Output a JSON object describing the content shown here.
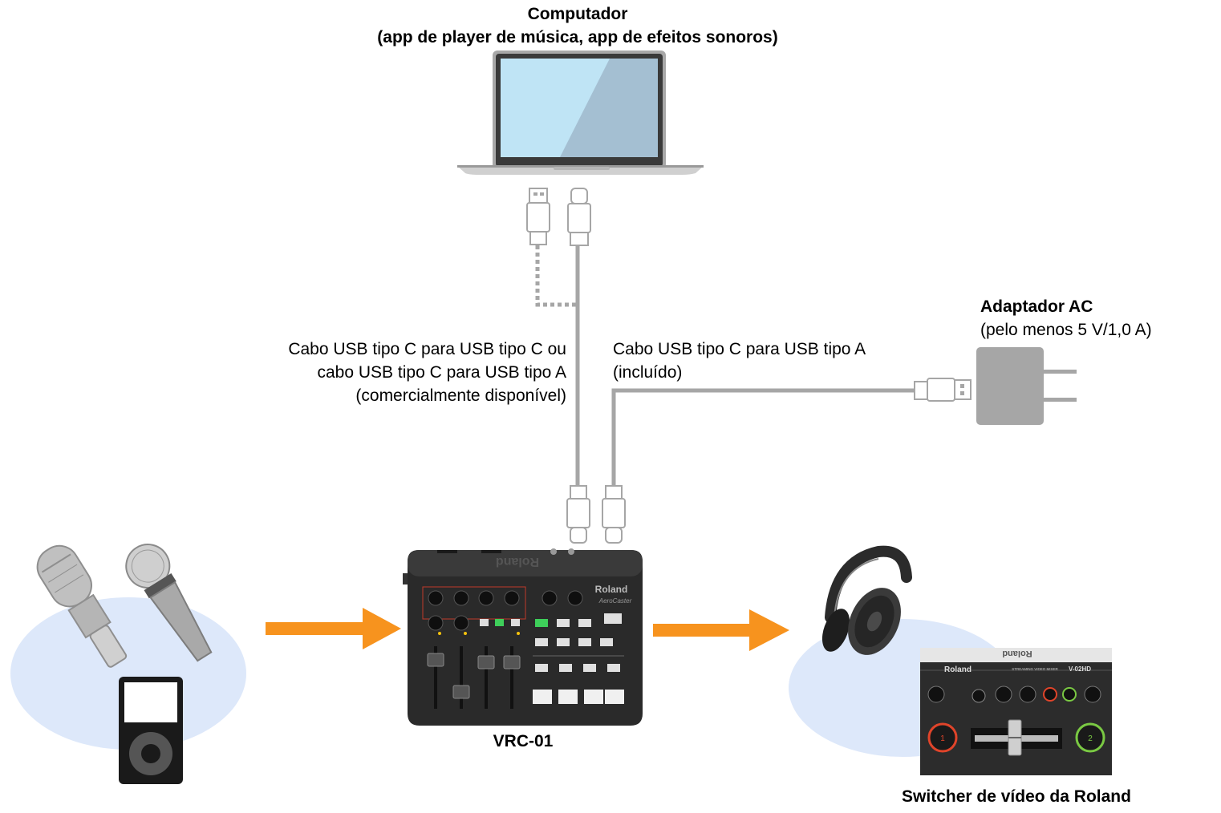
{
  "computer": {
    "title": "Computador",
    "subtitle": "(app de player de música, app de efeitos sonoros)"
  },
  "cable_left": {
    "line1": "Cabo USB tipo C para  USB tipo C ou",
    "line2": "cabo USB tipo C para USB tipo A",
    "line3": "(comercialmente disponível)"
  },
  "cable_right": {
    "line1": "Cabo USB tipo C para USB tipo A",
    "line2": "(incluído)"
  },
  "adapter": {
    "title": "Adaptador AC",
    "spec": "(pelo menos 5 V/1,0 A)"
  },
  "mixer": {
    "label": "VRC-01",
    "brand": "Roland",
    "model": "AeroCaster"
  },
  "switcher": {
    "label": "Switcher de vídeo da Roland",
    "brand": "Roland",
    "model": "V-02HD",
    "subtitle": "STREAMING VIDEO MIXER",
    "btn1": "1",
    "btn2": "2"
  },
  "colors": {
    "arrow": "#f7931e",
    "cable": "#a6a6a6",
    "bubble": "#dde8fa",
    "device_dark": "#262626",
    "screen": "#bfe4f5"
  }
}
